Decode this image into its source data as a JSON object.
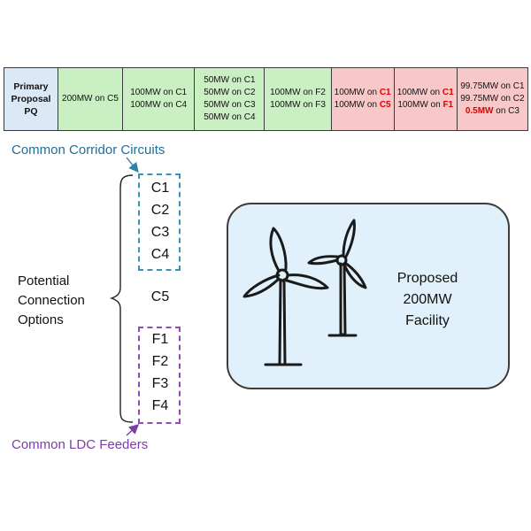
{
  "table": {
    "header": [
      "Primary",
      "Proposal",
      "PQ"
    ],
    "columns": [
      {
        "color": "green",
        "lines": [
          [
            {
              "t": "200MW on C5"
            }
          ]
        ]
      },
      {
        "color": "green",
        "lines": [
          [
            {
              "t": "100MW on C1"
            }
          ],
          [
            {
              "t": "100MW on C4"
            }
          ]
        ]
      },
      {
        "color": "green",
        "lines": [
          [
            {
              "t": "50MW on C1"
            }
          ],
          [
            {
              "t": "50MW on C2"
            }
          ],
          [
            {
              "t": "50MW on C3"
            }
          ],
          [
            {
              "t": "50MW on C4"
            }
          ]
        ]
      },
      {
        "color": "green",
        "lines": [
          [
            {
              "t": "100MW on F2"
            }
          ],
          [
            {
              "t": "100MW on F3"
            }
          ]
        ]
      },
      {
        "color": "red",
        "lines": [
          [
            {
              "t": "100MW on "
            },
            {
              "t": "C1",
              "hl": true
            }
          ],
          [
            {
              "t": "100MW on "
            },
            {
              "t": "C5",
              "hl": true
            }
          ]
        ]
      },
      {
        "color": "red",
        "lines": [
          [
            {
              "t": "100MW on "
            },
            {
              "t": "C1",
              "hl": true
            }
          ],
          [
            {
              "t": "100MW on "
            },
            {
              "t": "F1",
              "hl": true
            }
          ]
        ]
      },
      {
        "color": "red",
        "lines": [
          [
            {
              "t": "99.75MW on C1"
            }
          ],
          [
            {
              "t": "99.75MW on C2"
            }
          ],
          [
            {
              "t": "0.5MW",
              "hl": true
            },
            {
              "t": " on C3"
            }
          ]
        ]
      }
    ]
  },
  "labels": {
    "corridor": "Common Corridor Circuits",
    "ldc": "Common LDC Feeders",
    "potential": "Potential Connection Options",
    "facility": "Proposed 200MW Facility"
  },
  "corridor_circuits": [
    "C1",
    "C2",
    "C3",
    "C4"
  ],
  "middle_option": "C5",
  "ldc_feeders": [
    "F1",
    "F2",
    "F3",
    "F4"
  ],
  "colors": {
    "green_cell": "#c9efc2",
    "red_cell": "#f8c8c8",
    "header_cell": "#dbe8f6",
    "highlight_text": "#e00000",
    "corridor": "#3a93b8",
    "ldc": "#8b4db5",
    "facility_fill": "#e1f1fb"
  },
  "icons": [
    "wind-turbine-icon",
    "wind-turbine-icon"
  ]
}
